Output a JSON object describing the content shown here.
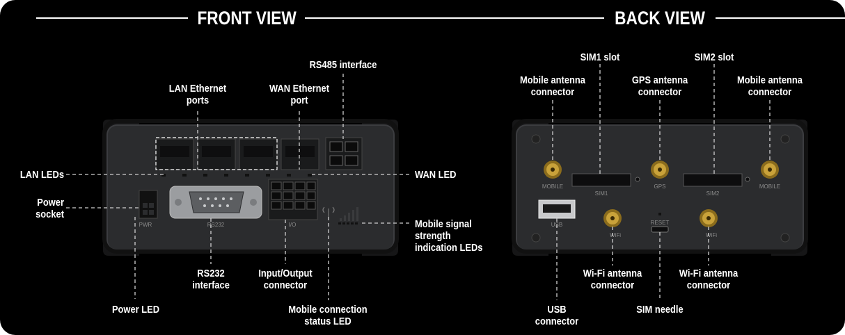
{
  "headings": {
    "front": "FRONT VIEW",
    "back": "BACK VIEW"
  },
  "front_labels": {
    "lan_ethernet_ports": "LAN Ethernet\nports",
    "wan_ethernet_port": "WAN Ethernet\nport",
    "rs485_interface": "RS485 interface",
    "lan_leds": "LAN LEDs",
    "wan_led": "WAN LED",
    "power_socket": "Power\nsocket",
    "mobile_signal_leds": "Mobile signal\nstrength\nindication LEDs",
    "rs232_interface": "RS232\ninterface",
    "input_output_connector": "Input/Output\nconnector",
    "power_led": "Power LED",
    "mobile_connection_status_led": "Mobile connection\nstatus LED"
  },
  "back_labels": {
    "sim1_slot": "SIM1 slot",
    "sim2_slot": "SIM2 slot",
    "mobile_antenna_left": "Mobile antenna\nconnector",
    "gps_antenna": "GPS antenna\nconnector",
    "mobile_antenna_right": "Mobile antenna\nconnector",
    "wifi_antenna_left": "Wi-Fi antenna\nconnector",
    "wifi_antenna_right": "Wi-Fi antenna\nconnector",
    "usb_connector": "USB\nconnector",
    "sim_needle": "SIM needle"
  },
  "device_print": {
    "pwr": "PWR",
    "rs232": "RS232",
    "io": "I/O",
    "mobile_left": "MOBILE",
    "sim1": "SIM1",
    "gps": "GPS",
    "sim2": "SIM2",
    "mobile_right": "MOBILE",
    "usb": "USB",
    "reset": "RESET",
    "wifi_left": "WiFi",
    "wifi_right": "WiFi"
  },
  "colors": {
    "background": "#000000",
    "housing": "#2b2c2e",
    "bumper": "#161617",
    "gold": "#c9a23a",
    "text": "#ffffff",
    "leader": "#cfcfcf"
  },
  "icons": [
    "signal-bars-icon",
    "signal-antenna-icon"
  ]
}
